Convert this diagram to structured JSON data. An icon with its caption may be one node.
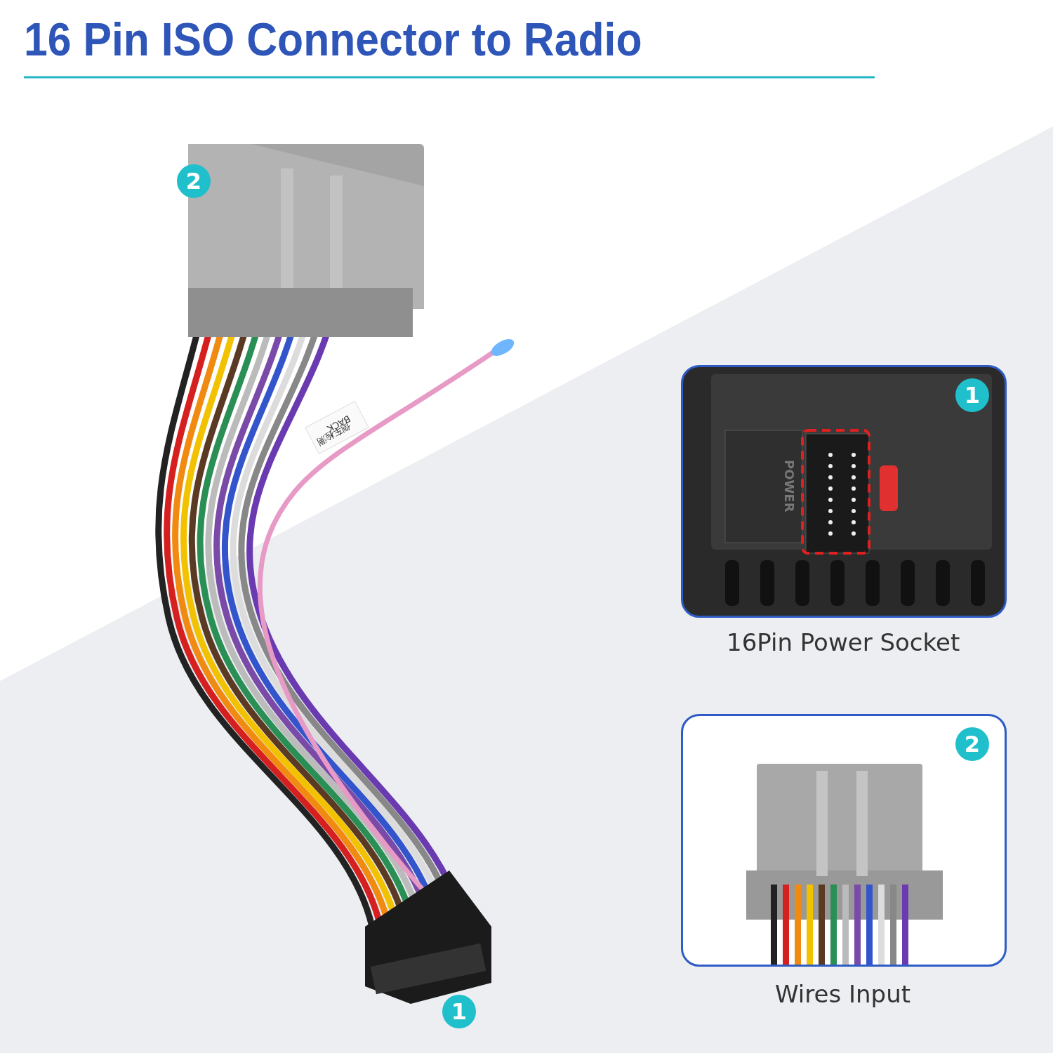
{
  "diagram": {
    "title": "16 Pin ISO Connector to Radio",
    "labels": [
      "2",
      "BACK",
      "倒车检测",
      "1",
      "1",
      "POWER",
      "16Pin Power Socket",
      "2",
      "Wires Input"
    ]
  }
}
